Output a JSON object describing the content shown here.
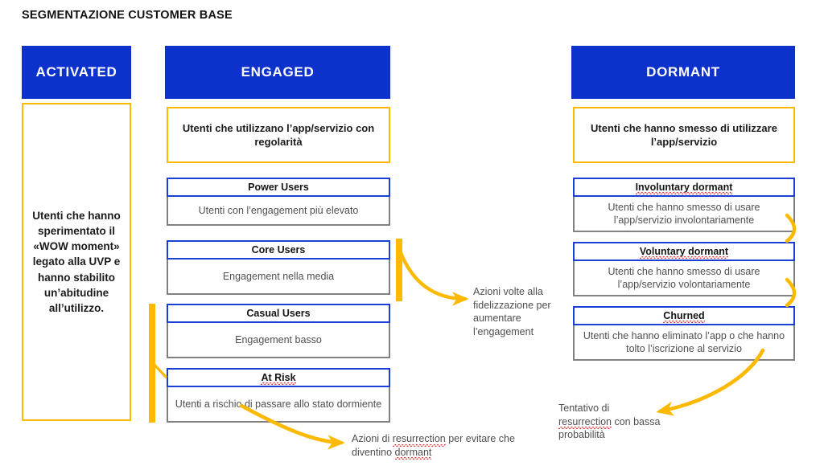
{
  "page": {
    "title": "SEGMENTAZIONE CUSTOMER BASE"
  },
  "colors": {
    "brand_blue": "#0d32cc",
    "card_border_blue": "#1b3fd4",
    "accent_yellow": "#fcb900",
    "body_gray_border": "#808080",
    "body_text_gray": "#4f4f4f",
    "spellcheck_red": "#e03030"
  },
  "columns": [
    {
      "id": "activated",
      "header": "ACTIVATED",
      "description": "Utenti che hanno sperimentato il «WOW moment» legato alla UVP e hanno stabilito un’abitudine all’utilizzo.",
      "segments": []
    },
    {
      "id": "engaged",
      "header": "ENGAGED",
      "description": "Utenti che utilizzano l’app/servizio con regolarità",
      "segments": [
        {
          "title": "Power Users",
          "spellcheck": false,
          "body": "Utenti con l’engagement più elevato"
        },
        {
          "title": "Core Users",
          "spellcheck": false,
          "body": "Engagement nella media"
        },
        {
          "title": "Casual Users",
          "spellcheck": false,
          "body": "Engagement basso"
        },
        {
          "title": "At Risk",
          "spellcheck": false,
          "body": "Utenti a rischio di passare allo stato dormiente"
        }
      ]
    },
    {
      "id": "dormant",
      "header": "DORMANT",
      "description": "Utenti che hanno smesso di utilizzare l’app/servizio",
      "segments": [
        {
          "title": "Involuntary dormant",
          "spellcheck": true,
          "body": "Utenti che hanno smesso di usare l’app/servizio involontariamente"
        },
        {
          "title": "Voluntary dormant",
          "spellcheck": true,
          "body": "Utenti che hanno smesso di usare l’app/servizio volontariamente"
        },
        {
          "title": "Churned",
          "spellcheck": true,
          "body": "Utenti che hanno eliminato l’app o che hanno tolto l’iscrizione al servizio"
        }
      ]
    }
  ],
  "annotations": {
    "fidelizzazione": "Azioni volte alla fidelizzazione per aumentare l’engagement",
    "resurrection_pre": "Azioni di ",
    "resurrection_word": "resurrection",
    "resurrection_mid": " per evitare che diventino ",
    "resurrection_word2": "dormant",
    "tentativo_pre": "Tentativo di ",
    "tentativo_word": "resurrection",
    "tentativo_post": " con bassa probabilità"
  }
}
